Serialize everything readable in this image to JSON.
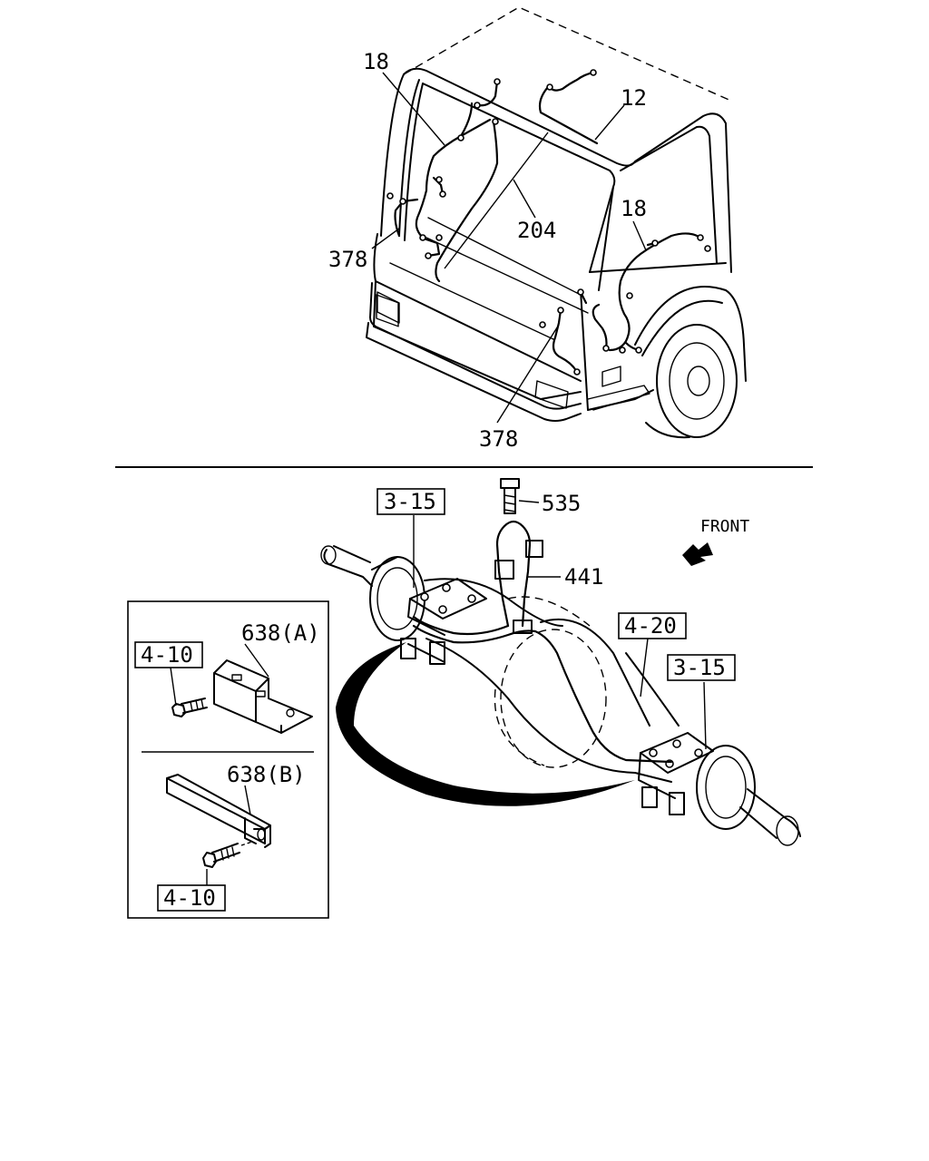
{
  "cab_labels": {
    "harness_left": "18",
    "harness_roof": "12",
    "harness_front": "204",
    "harness_right": "18",
    "clip_left": "378",
    "clip_bottom": "378"
  },
  "axle_labels": {
    "ref_left_bracket": "3-15",
    "bolt": "535",
    "sensor": "441",
    "front_indicator": "FRONT",
    "ref_axle": "4-20",
    "ref_right_bracket": "3-15"
  },
  "inset_labels": {
    "bracket_a": "638(A)",
    "ref_bolt_a": "4-10",
    "bracket_b": "638(B)",
    "ref_bolt_b": "4-10"
  }
}
